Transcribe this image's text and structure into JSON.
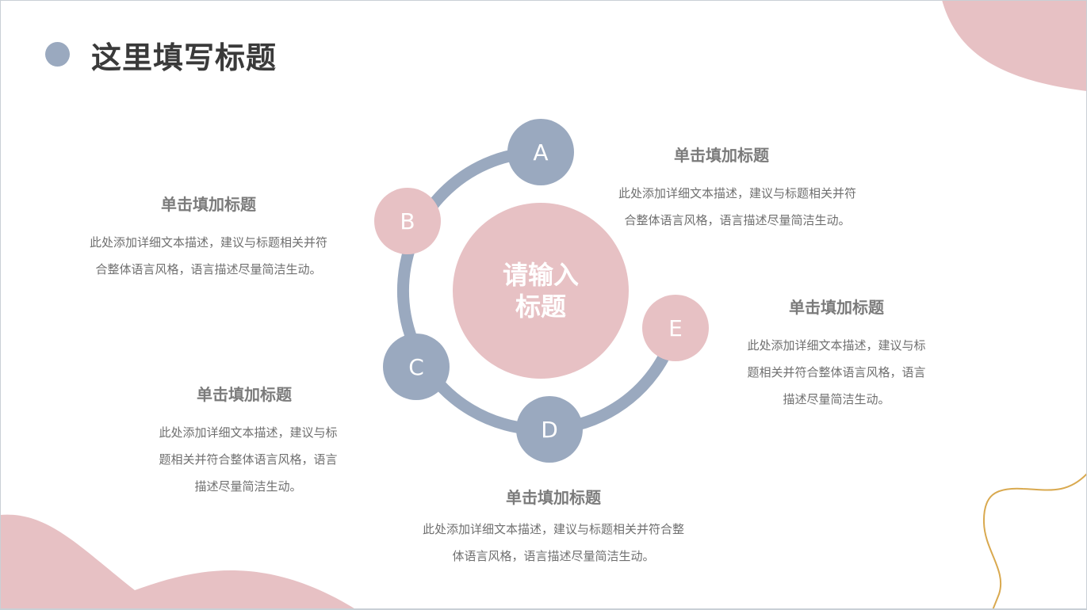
{
  "title": "这里填写标题",
  "center": {
    "line1": "请输入",
    "line2": "标题"
  },
  "nodes": [
    "A",
    "B",
    "C",
    "D",
    "E"
  ],
  "blocks": [
    {
      "heading": "单击填加标题",
      "lines": [
        "此处添加详细文本描述，建议与标题相关并符",
        "合整体语言风格，语言描述尽量简洁生动。"
      ]
    },
    {
      "heading": "单击填加标题",
      "lines": [
        "此处添加详细文本描述，建议与标题相关并符",
        "合整体语言风格，语言描述尽量简洁生动。"
      ]
    },
    {
      "heading": "单击填加标题",
      "lines": [
        "此处添加详细文本描述，建议与标",
        "题相关并符合整体语言风格，语言",
        "描述尽量简洁生动。"
      ]
    },
    {
      "heading": "单击填加标题",
      "lines": [
        "此处添加详细文本描述，建议与标",
        "题相关并符合整体语言风格，语言",
        "描述尽量简洁生动。"
      ]
    },
    {
      "heading": "单击填加标题",
      "lines": [
        "此处添加详细文本描述，建议与标题相关并符合整",
        "体语言风格，语言描述尽量简洁生动。"
      ]
    }
  ],
  "colors": {
    "blue": "#9aa9bf",
    "pink": "#e7c1c4",
    "gold": "#d9a94f"
  }
}
